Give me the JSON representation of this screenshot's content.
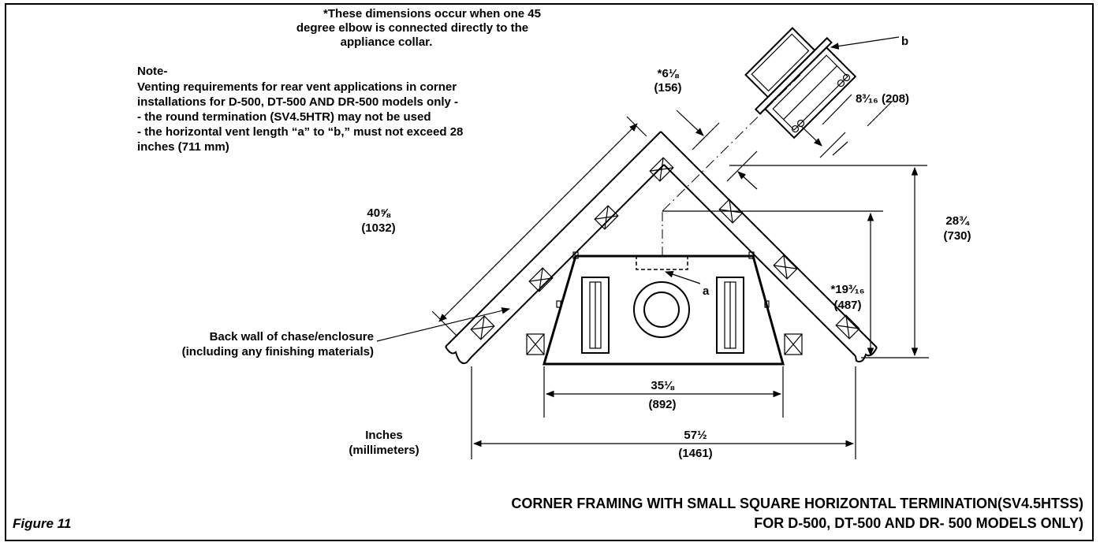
{
  "note_elbow": [
    "*These dimensions occur when one 45",
    "degree elbow is connected directly to the",
    "appliance collar."
  ],
  "note_venting": [
    "Note-",
    "Venting requirements for rear vent applications in corner",
    "installations for D-500, DT-500 AND DR-500 models only -",
    "- the round termination (SV4.5HTR) may not be used",
    "- the horizontal vent length “a” to “b,” must not exceed 28",
    "inches (711 mm)"
  ],
  "labels": {
    "a": "a",
    "b": "b",
    "back_wall": [
      "Back wall of chase/enclosure",
      "(including any finishing materials)"
    ],
    "units": [
      "Inches",
      "(millimeters)"
    ]
  },
  "dimensions": {
    "d_6_1_8": [
      "*6⅛",
      "(156)"
    ],
    "d_8_3_16": "8³⁄₁₆ (208)",
    "d_40_5_8": [
      "40⅝",
      "(1032)"
    ],
    "d_28_3_4": [
      "28¾",
      "(730)"
    ],
    "d_19_3_16": [
      "*19³⁄₁₆",
      "(487)"
    ],
    "d_35_1_8": [
      "35⅛",
      "(892)"
    ],
    "d_57_1_2": [
      "57½",
      "(1461)"
    ]
  },
  "caption": {
    "figure": "Figure 11",
    "title_lines": [
      "CORNER FRAMING WITH SMALL SQUARE HORIZONTAL TERMINATION(SV4.5HTSS)",
      "FOR D-500, DT-500 AND DR- 500 MODELS ONLY)"
    ]
  }
}
